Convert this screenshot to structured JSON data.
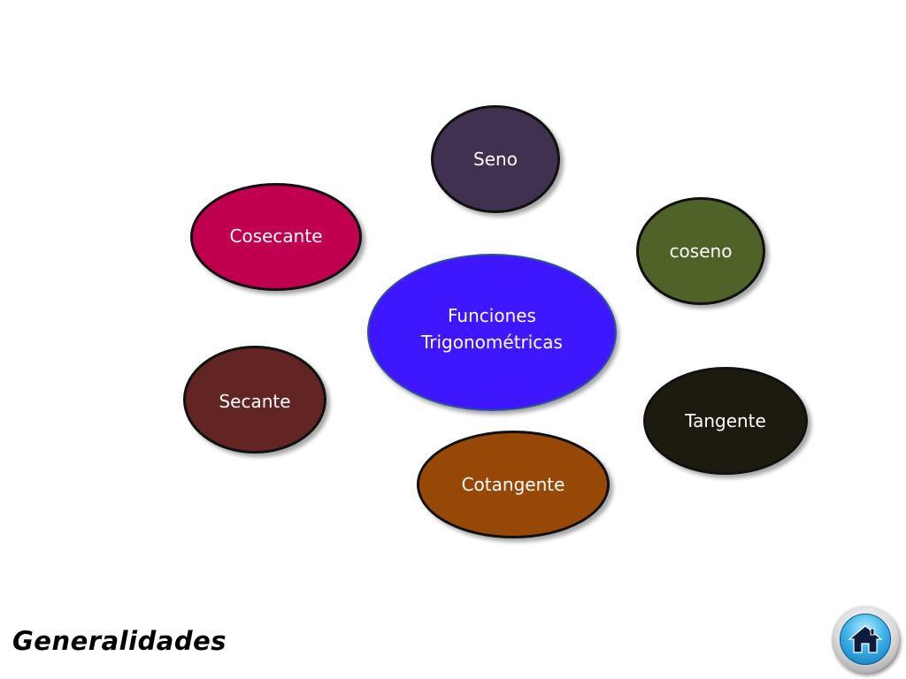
{
  "diagram": {
    "center": {
      "label": "Funciones\nTrigonométricas",
      "fill": "#3f17ff"
    },
    "nodes": [
      {
        "id": "seno",
        "label": "Seno",
        "fill": "#403151"
      },
      {
        "id": "coseno",
        "label": "coseno",
        "fill": "#4f6228"
      },
      {
        "id": "cosecante",
        "label": "Cosecante",
        "fill": "#c0004e"
      },
      {
        "id": "secante",
        "label": "Secante",
        "fill": "#632523"
      },
      {
        "id": "tangente",
        "label": "Tangente",
        "fill": "#1d1b10"
      },
      {
        "id": "cotangente",
        "label": "Cotangente",
        "fill": "#974806"
      }
    ]
  },
  "footer": {
    "title": "Generalidades",
    "home_icon": "home-icon"
  }
}
